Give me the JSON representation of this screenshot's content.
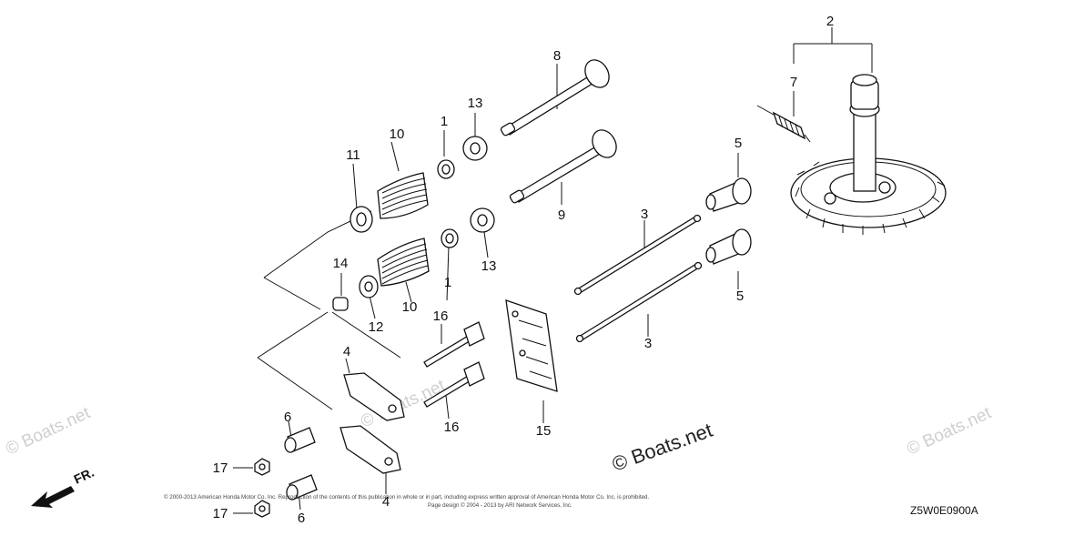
{
  "diagram": {
    "code": "Z5W0E0900A",
    "direction_label": "FR.",
    "watermark_main": "© Boats.net",
    "watermark_corner": "© Boats.net",
    "copyright_line1": "© 2000-2013 American Honda Motor Co. Inc. Reproduction of the contents of this publication in whole or in part, including express written approval of American Honda Motor Co. Inc. is prohibited.",
    "copyright_line2": "Page design © 2004 - 2013 by ARI Network Services, Inc.",
    "labels": {
      "p1a": "1",
      "p1b": "1",
      "p2": "2",
      "p3a": "3",
      "p3b": "3",
      "p4a": "4",
      "p4b": "4",
      "p5a": "5",
      "p5b": "5",
      "p6a": "6",
      "p6b": "6",
      "p7": "7",
      "p8": "8",
      "p9": "9",
      "p10a": "10",
      "p10b": "10",
      "p11": "11",
      "p12": "12",
      "p13a": "13",
      "p13b": "13",
      "p14": "14",
      "p15": "15",
      "p16a": "16",
      "p16b": "16",
      "p17a": "17",
      "p17b": "17"
    }
  }
}
